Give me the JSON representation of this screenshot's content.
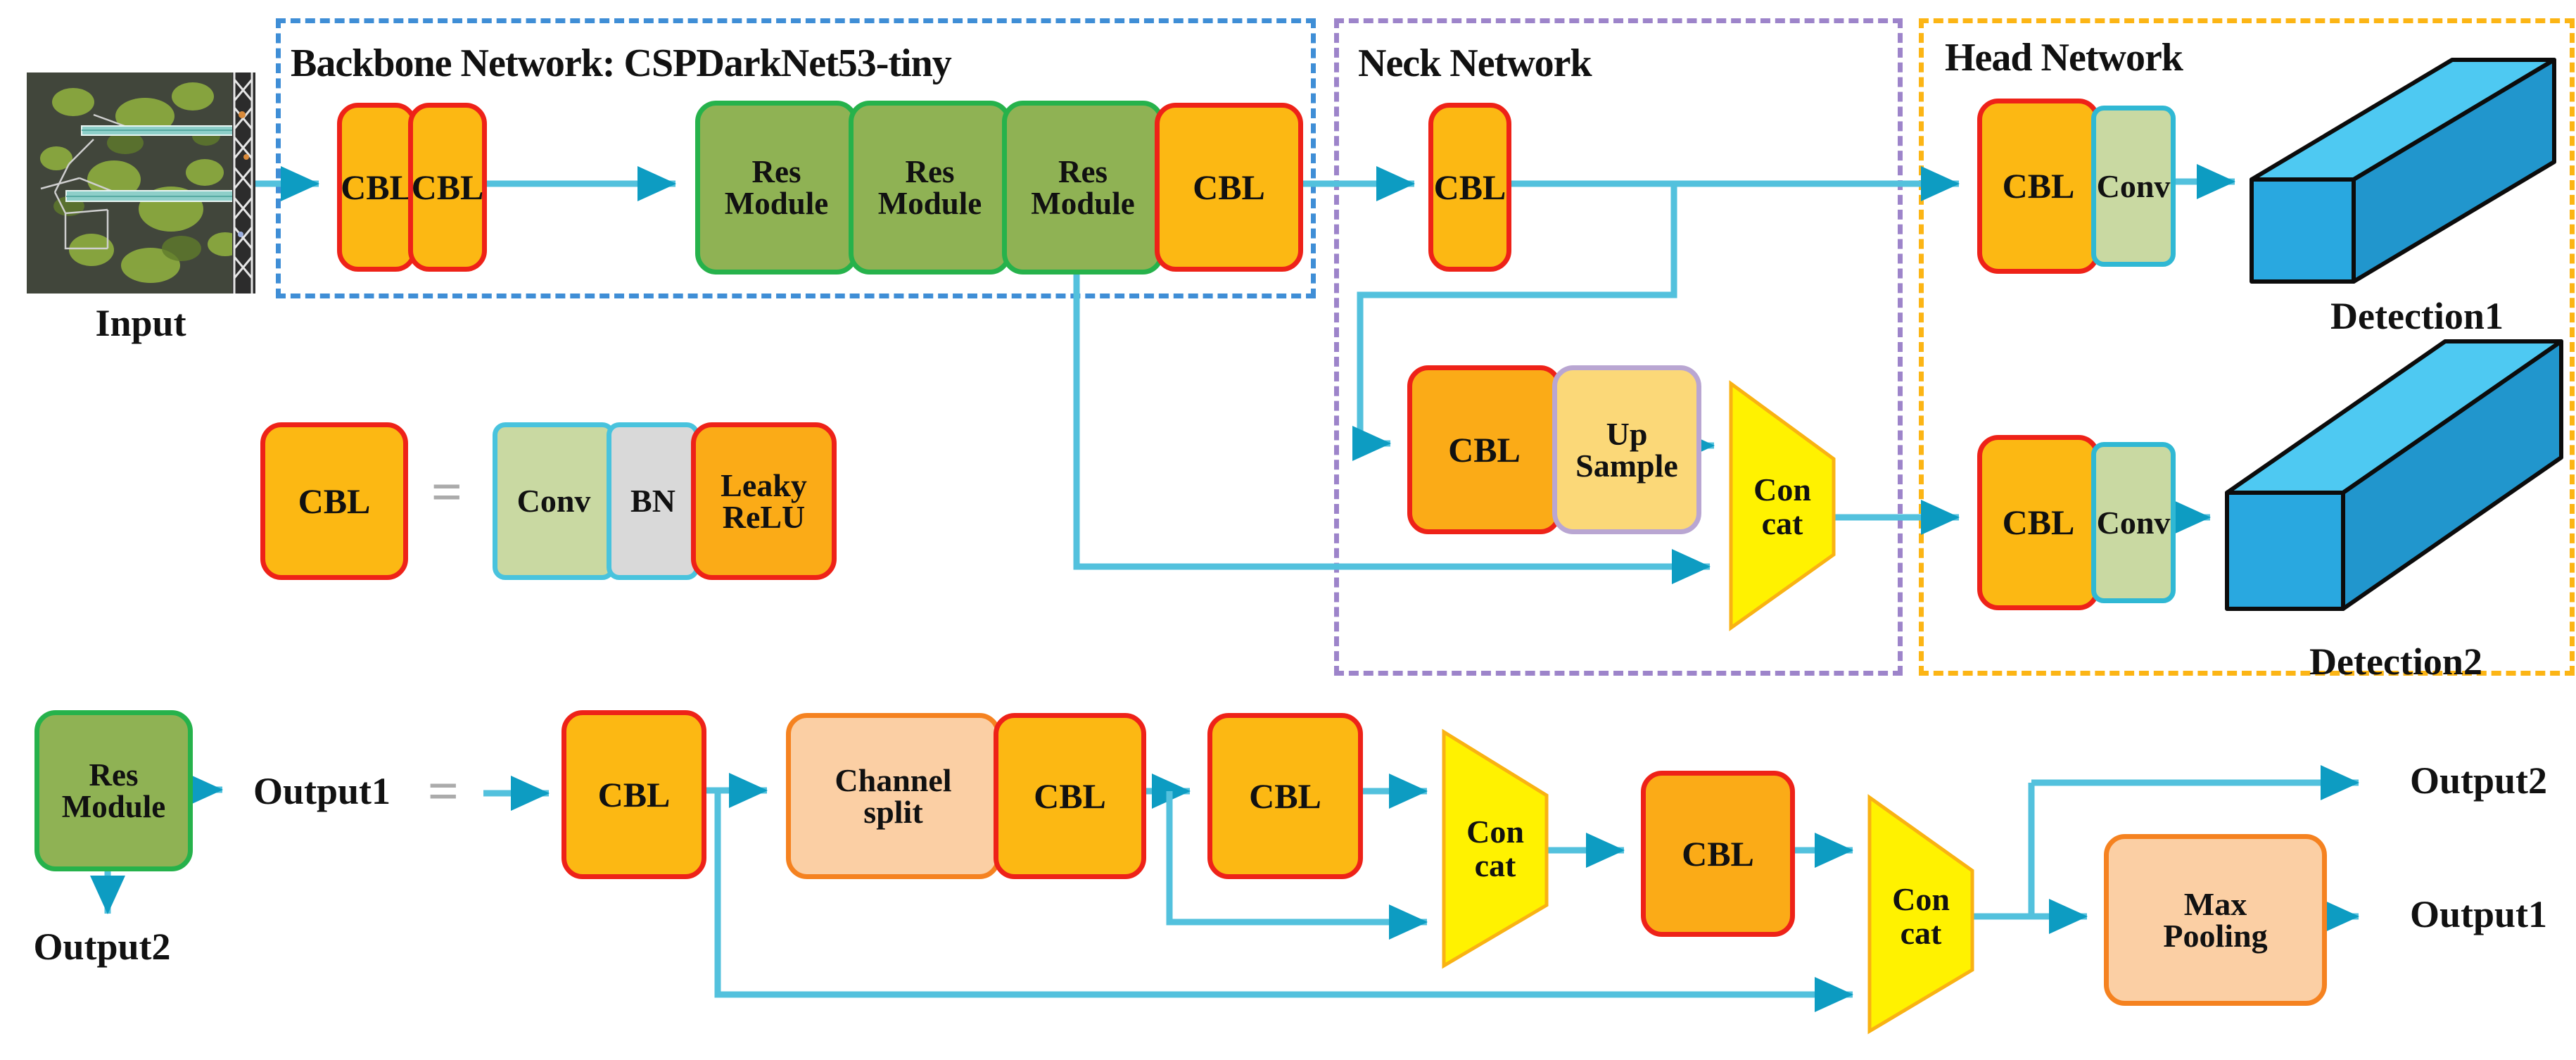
{
  "input": {
    "label": "Input"
  },
  "backbone": {
    "title": "Backbone Network: CSPDarkNet53-tiny",
    "blocks": [
      "CBL",
      "CBL",
      "Res\nModule",
      "Res\nModule",
      "Res\nModule",
      "CBL"
    ]
  },
  "neck": {
    "title": "Neck Network",
    "cbl_top": "CBL",
    "cbl_bottom": "CBL",
    "upsample": "Up\nSample",
    "concat": "Con\ncat"
  },
  "head": {
    "title": "Head Network",
    "row1": {
      "cbl": "CBL",
      "conv": "Conv",
      "detection": "Detection1"
    },
    "row2": {
      "cbl": "CBL",
      "conv": "Conv",
      "detection": "Detection2"
    }
  },
  "legend": {
    "cbl": "CBL",
    "equals": "=",
    "conv": "Conv",
    "bn": "BN",
    "leaky_relu": "Leaky\nReLU"
  },
  "expansion": {
    "res": "Res\nModule",
    "output1_label": "Output1",
    "equals": "=",
    "output2_label": "Output2",
    "cbl1": "CBL",
    "channel_split": "Channel\nsplit",
    "cbl2": "CBL",
    "cbl3": "CBL",
    "concat1": "Con\ncat",
    "cbl4": "CBL",
    "concat2": "Con\ncat",
    "max_pooling": "Max\nPooling",
    "output2_right": "Output2",
    "output1_right": "Output1"
  },
  "colors": {
    "cbl_fill": "#FCB813",
    "cbl_border": "#EE2218",
    "res_fill": "#8FB254",
    "res_border": "#26B24B",
    "conv_fill": "#C9D9A2",
    "conv_border": "#30B8D4",
    "bn_fill": "#D9D9D9",
    "upsample_fill": "#FBD878",
    "upsample_border": "#B9A6D2",
    "peach_fill": "#FBCFA4",
    "peach_border": "#F58220",
    "concat_fill": "#FFF200",
    "concat_border": "#F9B213",
    "line": "#53C1DD",
    "arrowhead": "#0D9CC2",
    "backbone_box": "#3F8ED6",
    "neck_box": "#9D84CA",
    "head_box": "#FCB515",
    "cuboid_front": "#29A8E0",
    "cuboid_top": "#4EC9F2",
    "cuboid_side": "#2196CD",
    "equals_color": "#ABABAB"
  }
}
